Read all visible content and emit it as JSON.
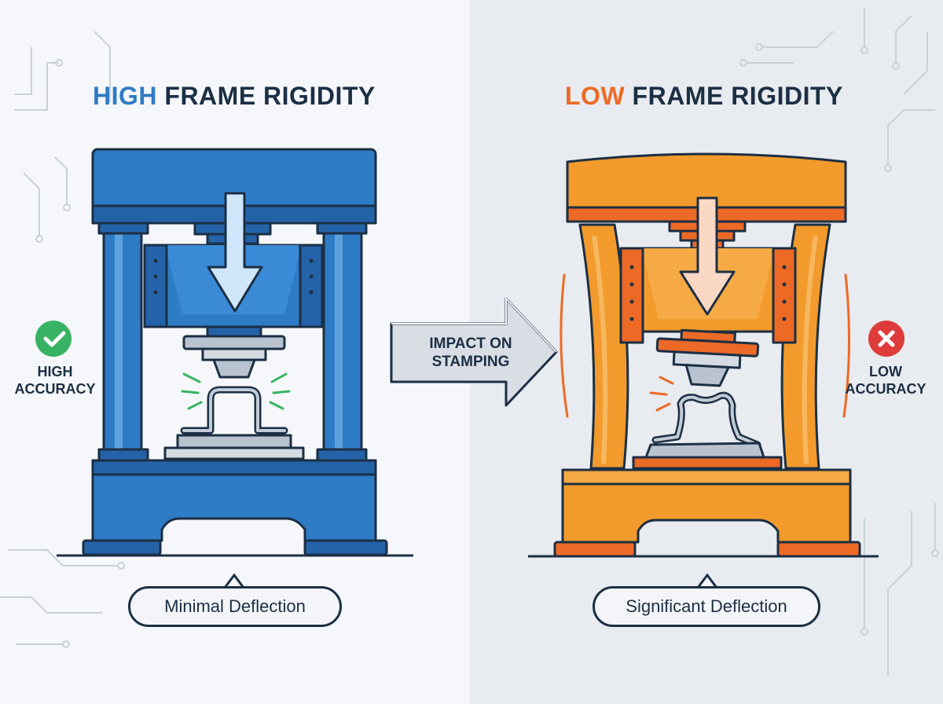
{
  "left_panel": {
    "title_highlight": "HIGH",
    "title_rest": " FRAME RIGIDITY",
    "status_line1": "HIGH",
    "status_line2": "ACCURACY",
    "status_icon": "check-icon",
    "callout": "Minimal Deflection",
    "accent": "#2e7bc6"
  },
  "right_panel": {
    "title_highlight": "LOW",
    "title_rest": " FRAME RIGIDITY",
    "status_line1": "LOW",
    "status_line2": "ACCURACY",
    "status_icon": "cross-icon",
    "callout": "Significant Deflection",
    "accent": "#f29b2c"
  },
  "arrow": {
    "line1": "IMPACT ON",
    "line2": "STAMPING"
  },
  "colors": {
    "navy": "#1c2f44",
    "blue": "#2e7bc6",
    "orange": "#f29b2c",
    "orange_dark": "#ec6a26",
    "success": "#38b363",
    "danger": "#de3b3b"
  }
}
